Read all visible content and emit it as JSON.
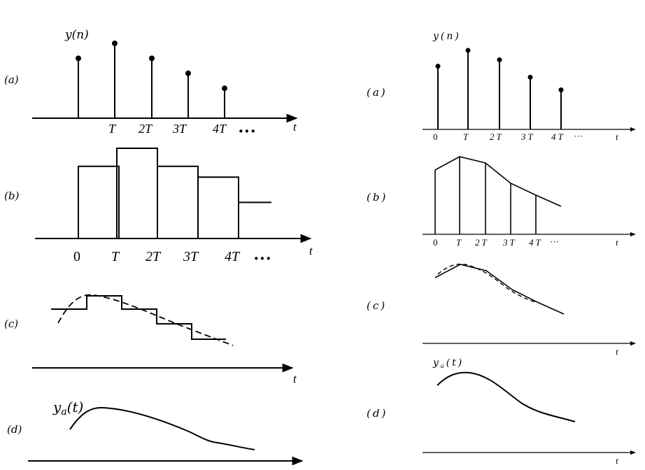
{
  "left": {
    "panel_a": {
      "label": "(a)",
      "ylabel": "y(n)",
      "tick_labels": [
        "T",
        "2T",
        "3T",
        "4T"
      ],
      "ellipsis": "···",
      "axis_label": "t",
      "samples": [
        0.8,
        1.0,
        0.8,
        0.6,
        0.4
      ]
    },
    "panel_b": {
      "label": "(b)",
      "tick_labels": [
        "0",
        "T",
        "2T",
        "3T",
        "4T"
      ],
      "ellipsis": "···",
      "axis_label": "t",
      "steps": [
        0.8,
        1.0,
        0.8,
        0.68,
        0.4
      ]
    },
    "panel_c": {
      "label": "(c)",
      "axis_label": "t"
    },
    "panel_d": {
      "label": "(d)",
      "curve_label": "y_a(t)",
      "curve_label_main": "y",
      "curve_label_sub": "a",
      "curve_label_tail": "(t)"
    }
  },
  "right": {
    "panel_a": {
      "label": "(a)",
      "ylabel": "y(n)",
      "tick_labels": [
        "0",
        "T",
        "2T",
        "3T",
        "4T"
      ],
      "ellipsis": "···",
      "axis_label": "t",
      "samples": [
        0.8,
        1.0,
        0.88,
        0.66,
        0.5
      ]
    },
    "panel_b": {
      "label": "(b)",
      "tick_labels": [
        "0",
        "T",
        "2T",
        "3T",
        "4T"
      ],
      "ellipsis": "···",
      "axis_label": "t"
    },
    "panel_c": {
      "label": "(c)",
      "axis_label": "t"
    },
    "panel_d": {
      "label": "(d)",
      "curve_label_main": "y",
      "curve_label_sub": "a",
      "curve_label_tail": "(t)",
      "axis_label": "t"
    }
  }
}
